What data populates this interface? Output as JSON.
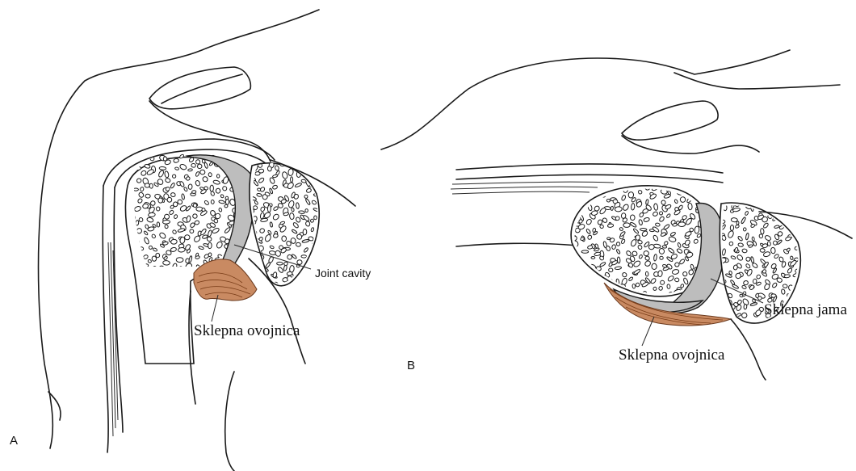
{
  "panels": {
    "a": {
      "letter": "A",
      "labels": {
        "joint_cavity": "Joint cavity",
        "capsule": "Sklepna ovojnica"
      }
    },
    "b": {
      "letter": "B",
      "labels": {
        "joint_cavity": "Sklepna jama",
        "capsule": "Sklepna ovojnica"
      }
    }
  },
  "colors": {
    "capsule": "#c98a62",
    "cartilage": "#bdbdbd",
    "outline": "#1a1a1a"
  }
}
